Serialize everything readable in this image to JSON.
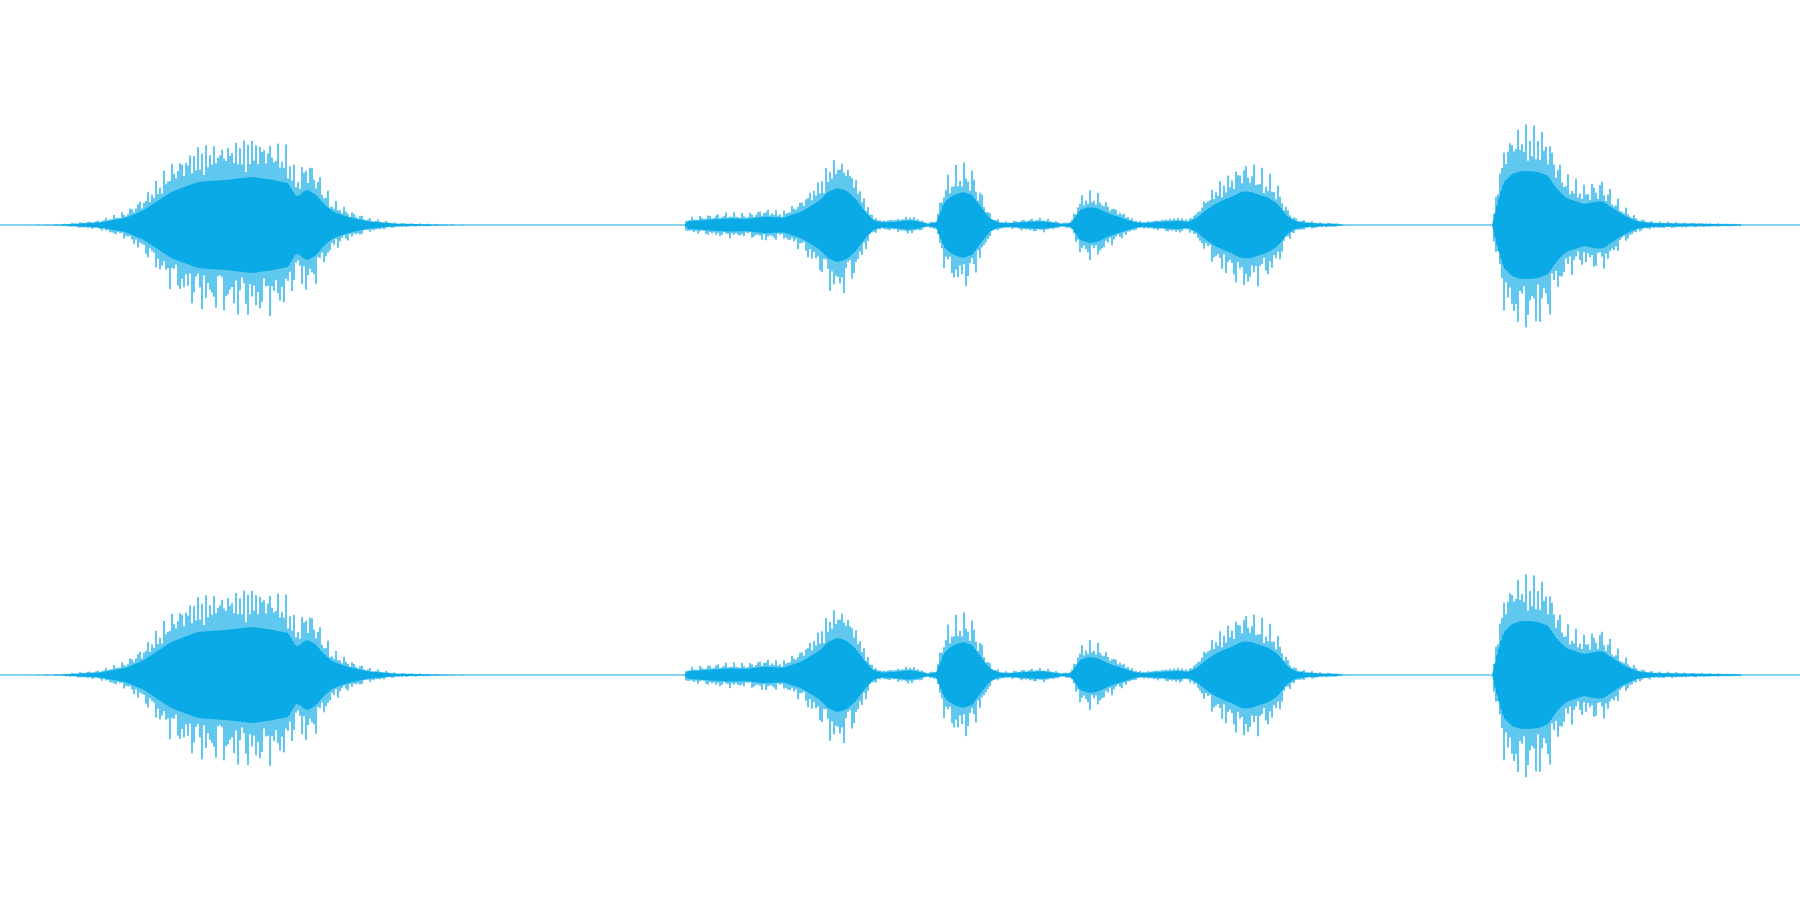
{
  "chart_data": {
    "type": "area",
    "title": "",
    "xlabel": "",
    "ylabel": "",
    "grid": false,
    "legend": "none",
    "color": "#0aaae6",
    "x_range": [
      0,
      1
    ],
    "y_range": [
      -1,
      1
    ],
    "channels": [
      {
        "envelope": {
          "x": [
            0.0,
            0.035,
            0.055,
            0.07,
            0.08,
            0.095,
            0.11,
            0.125,
            0.14,
            0.15,
            0.16,
            0.165,
            0.17,
            0.175,
            0.18,
            0.185,
            0.195,
            0.205,
            0.22,
            0.24,
            0.28,
            0.38,
            0.381,
            0.39,
            0.405,
            0.415,
            0.425,
            0.435,
            0.445,
            0.455,
            0.46,
            0.465,
            0.47,
            0.475,
            0.48,
            0.485,
            0.49,
            0.495,
            0.5,
            0.505,
            0.51,
            0.515,
            0.52,
            0.525,
            0.53,
            0.535,
            0.54,
            0.545,
            0.55,
            0.555,
            0.56,
            0.565,
            0.57,
            0.575,
            0.58,
            0.585,
            0.59,
            0.595,
            0.6,
            0.605,
            0.61,
            0.615,
            0.62,
            0.625,
            0.63,
            0.635,
            0.64,
            0.645,
            0.65,
            0.655,
            0.66,
            0.665,
            0.67,
            0.675,
            0.68,
            0.685,
            0.69,
            0.695,
            0.7,
            0.705,
            0.71,
            0.715,
            0.72,
            0.725,
            0.73,
            0.735,
            0.74,
            0.745,
            0.75,
            0.76,
            0.78,
            0.8,
            0.82,
            0.829,
            0.83,
            0.835,
            0.84,
            0.845,
            0.85,
            0.855,
            0.86,
            0.865,
            0.87,
            0.875,
            0.88,
            0.885,
            0.89,
            0.895,
            0.9,
            0.905,
            0.91,
            0.915,
            0.92,
            0.94,
            0.967,
            0.968,
            1.0
          ],
          "amplitude": [
            0.0,
            0.01,
            0.04,
            0.12,
            0.25,
            0.55,
            0.72,
            0.75,
            0.8,
            0.76,
            0.7,
            0.45,
            0.6,
            0.52,
            0.35,
            0.22,
            0.12,
            0.06,
            0.02,
            0.01,
            0.0,
            0.0,
            0.06,
            0.08,
            0.11,
            0.1,
            0.14,
            0.12,
            0.22,
            0.4,
            0.55,
            0.62,
            0.58,
            0.45,
            0.25,
            0.08,
            0.04,
            0.05,
            0.06,
            0.08,
            0.06,
            0.02,
            0.04,
            0.4,
            0.5,
            0.55,
            0.5,
            0.3,
            0.1,
            0.04,
            0.03,
            0.04,
            0.05,
            0.06,
            0.06,
            0.04,
            0.02,
            0.03,
            0.25,
            0.3,
            0.28,
            0.2,
            0.15,
            0.1,
            0.05,
            0.03,
            0.04,
            0.05,
            0.06,
            0.07,
            0.05,
            0.12,
            0.25,
            0.35,
            0.42,
            0.48,
            0.56,
            0.55,
            0.5,
            0.45,
            0.35,
            0.15,
            0.06,
            0.04,
            0.03,
            0.02,
            0.02,
            0.01,
            0.0,
            0.0,
            0.0,
            0.0,
            0.0,
            0.0,
            0.15,
            0.7,
            0.85,
            0.9,
            0.9,
            0.88,
            0.82,
            0.6,
            0.45,
            0.4,
            0.35,
            0.38,
            0.4,
            0.3,
            0.2,
            0.12,
            0.06,
            0.04,
            0.03,
            0.02,
            0.01,
            0.0,
            0.0,
            0.0
          ]
        }
      },
      {
        "envelope": {
          "x": [
            0.0,
            0.035,
            0.055,
            0.07,
            0.08,
            0.095,
            0.11,
            0.125,
            0.14,
            0.15,
            0.16,
            0.165,
            0.17,
            0.175,
            0.18,
            0.185,
            0.195,
            0.205,
            0.22,
            0.24,
            0.28,
            0.38,
            0.381,
            0.39,
            0.405,
            0.415,
            0.425,
            0.435,
            0.445,
            0.455,
            0.46,
            0.465,
            0.47,
            0.475,
            0.48,
            0.485,
            0.49,
            0.495,
            0.5,
            0.505,
            0.51,
            0.515,
            0.52,
            0.525,
            0.53,
            0.535,
            0.54,
            0.545,
            0.55,
            0.555,
            0.56,
            0.565,
            0.57,
            0.575,
            0.58,
            0.585,
            0.59,
            0.595,
            0.6,
            0.605,
            0.61,
            0.615,
            0.62,
            0.625,
            0.63,
            0.635,
            0.64,
            0.645,
            0.65,
            0.655,
            0.66,
            0.665,
            0.67,
            0.675,
            0.68,
            0.685,
            0.69,
            0.695,
            0.7,
            0.705,
            0.71,
            0.715,
            0.72,
            0.725,
            0.73,
            0.735,
            0.74,
            0.745,
            0.75,
            0.76,
            0.78,
            0.8,
            0.82,
            0.829,
            0.83,
            0.835,
            0.84,
            0.845,
            0.85,
            0.855,
            0.86,
            0.865,
            0.87,
            0.875,
            0.88,
            0.885,
            0.89,
            0.895,
            0.9,
            0.905,
            0.91,
            0.915,
            0.92,
            0.94,
            0.967,
            0.968,
            1.0
          ],
          "amplitude": [
            0.0,
            0.01,
            0.04,
            0.12,
            0.25,
            0.55,
            0.72,
            0.75,
            0.8,
            0.76,
            0.7,
            0.45,
            0.6,
            0.52,
            0.35,
            0.22,
            0.12,
            0.06,
            0.02,
            0.01,
            0.0,
            0.0,
            0.06,
            0.08,
            0.11,
            0.1,
            0.14,
            0.12,
            0.22,
            0.4,
            0.55,
            0.62,
            0.58,
            0.45,
            0.25,
            0.08,
            0.04,
            0.05,
            0.06,
            0.08,
            0.06,
            0.02,
            0.04,
            0.4,
            0.5,
            0.55,
            0.5,
            0.3,
            0.1,
            0.04,
            0.03,
            0.04,
            0.05,
            0.06,
            0.06,
            0.04,
            0.02,
            0.03,
            0.25,
            0.3,
            0.28,
            0.2,
            0.15,
            0.1,
            0.05,
            0.03,
            0.04,
            0.05,
            0.06,
            0.07,
            0.05,
            0.12,
            0.25,
            0.35,
            0.42,
            0.48,
            0.56,
            0.55,
            0.5,
            0.45,
            0.35,
            0.15,
            0.06,
            0.04,
            0.03,
            0.02,
            0.02,
            0.01,
            0.0,
            0.0,
            0.0,
            0.0,
            0.0,
            0.0,
            0.15,
            0.7,
            0.85,
            0.9,
            0.9,
            0.88,
            0.82,
            0.6,
            0.45,
            0.4,
            0.35,
            0.38,
            0.4,
            0.3,
            0.2,
            0.12,
            0.06,
            0.04,
            0.03,
            0.02,
            0.01,
            0.0,
            0.0,
            0.0
          ]
        }
      }
    ]
  }
}
